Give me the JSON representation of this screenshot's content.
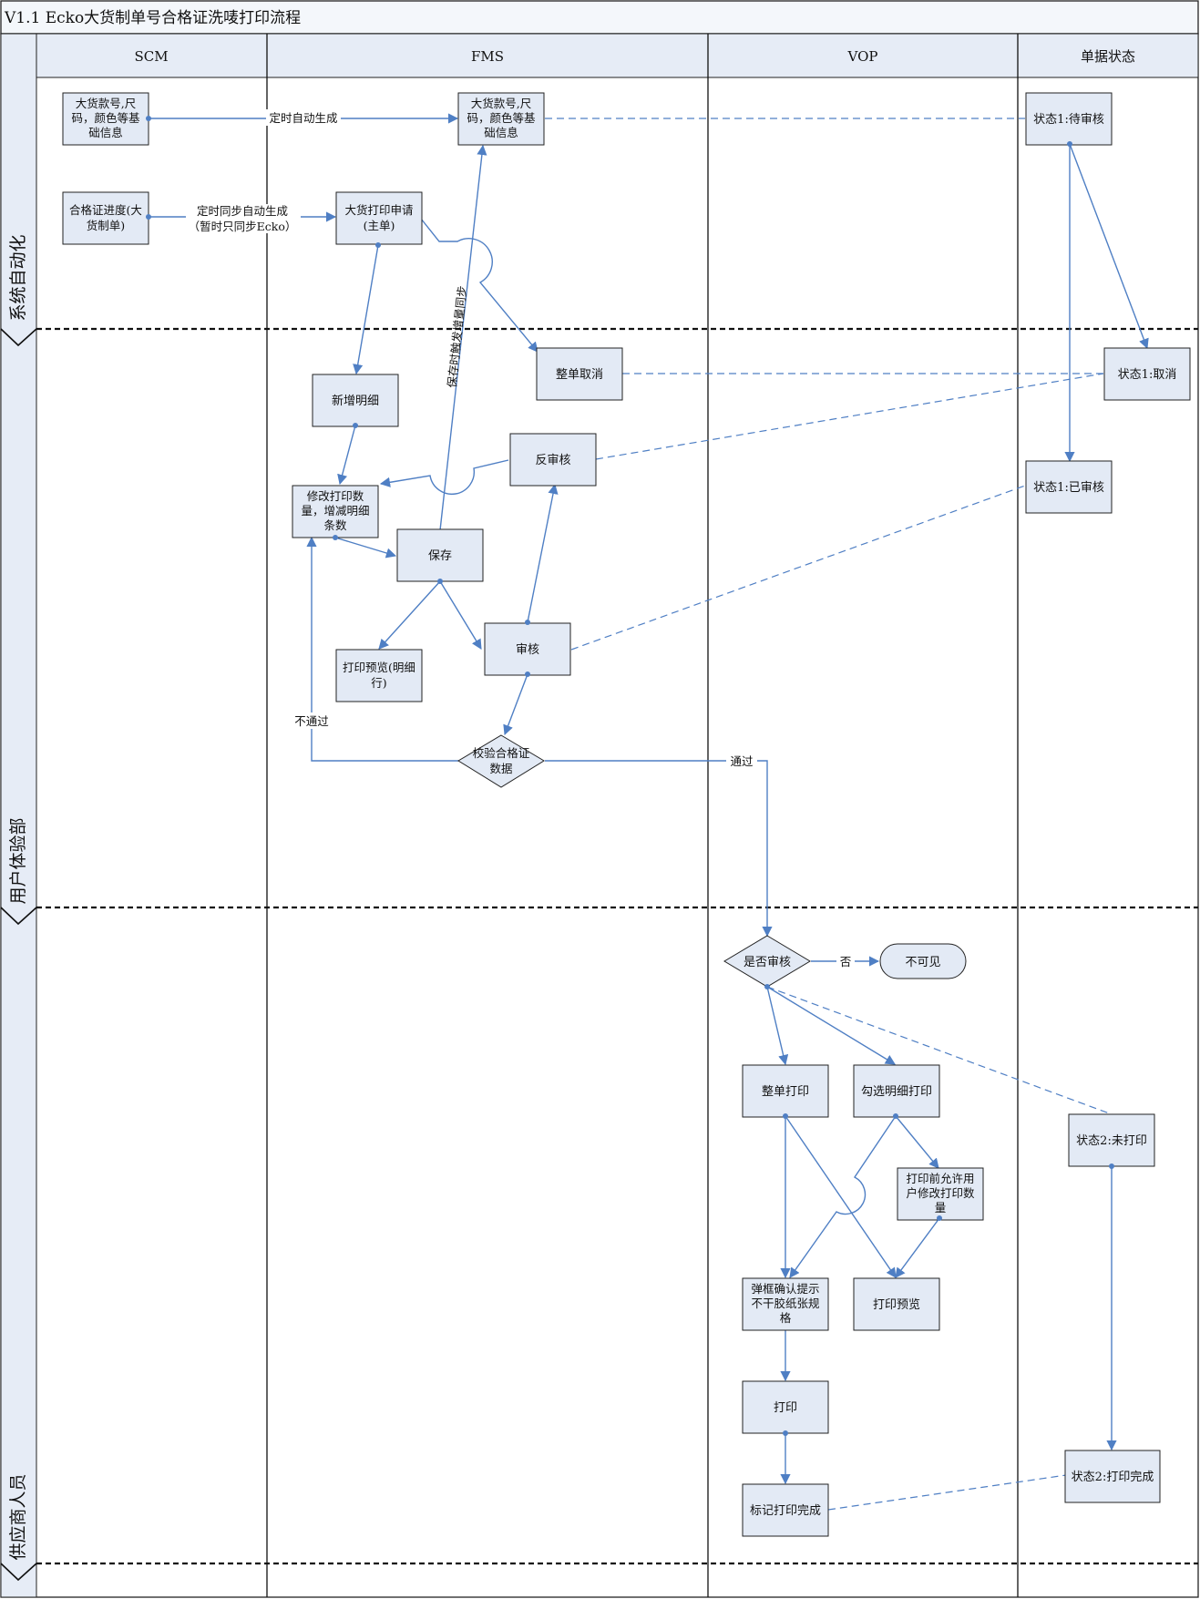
{
  "title": "V1.1 Ecko大货制单号合格证洗唛打印流程",
  "columns": [
    "SCM",
    "FMS",
    "VOP",
    "单据状态"
  ],
  "phases": [
    "系统自动化",
    "用户体验部",
    "供应商人员"
  ],
  "nodes": {
    "scm_info": [
      "大货款号,尺",
      "码，颜色等基",
      "础信息"
    ],
    "scm_progress": [
      "合格证进度(大",
      "货制单)"
    ],
    "fms_info": [
      "大货款号,尺",
      "码，颜色等基",
      "础信息"
    ],
    "fms_apply": [
      "大货打印申请",
      "(主单)"
    ],
    "fms_cancel": [
      "整单取消"
    ],
    "fms_add_detail": [
      "新增明细"
    ],
    "fms_unaudit": [
      "反审核"
    ],
    "fms_modify": [
      "修改打印数",
      "量，增减明细",
      "条数"
    ],
    "fms_save": [
      "保存"
    ],
    "fms_preview": [
      "打印预览(明细",
      "行)"
    ],
    "fms_audit": [
      "审核"
    ],
    "fms_validate": [
      "校验合格证",
      "数据"
    ],
    "vop_is_audited": [
      "是否审核"
    ],
    "vop_invisible": [
      "不可见"
    ],
    "vop_print_all": [
      "整单打印"
    ],
    "vop_select_print": [
      "勾选明细打印"
    ],
    "vop_allow_modify": [
      "打印前允许用",
      "户修改打印数",
      "量"
    ],
    "vop_confirm": [
      "弹框确认提示",
      "不干胶纸张规",
      "格"
    ],
    "vop_preview": [
      "打印预览"
    ],
    "vop_print": [
      "打印"
    ],
    "vop_mark_done": [
      "标记打印完成"
    ],
    "status_pending": [
      "状态1:待审核"
    ],
    "status_cancel": [
      "状态1:取消"
    ],
    "status_audited": [
      "状态1:已审核"
    ],
    "status_unprinted": [
      "状态2:未打印"
    ],
    "status_printed": [
      "状态2:打印完成"
    ]
  },
  "edge_labels": {
    "auto_generate": "定时自动生成",
    "sync_line1": "定时同步自动生成",
    "sync_line2": "（暂时只同步Ecko）",
    "save_trigger": "保存时触发增量同步",
    "reject": "不通过",
    "pass": "通过",
    "no": "否"
  },
  "colors": {
    "box_fill": "#e3eaf5",
    "flow_line": "#4f7fc4",
    "header_fill": "#e6ecf6"
  }
}
